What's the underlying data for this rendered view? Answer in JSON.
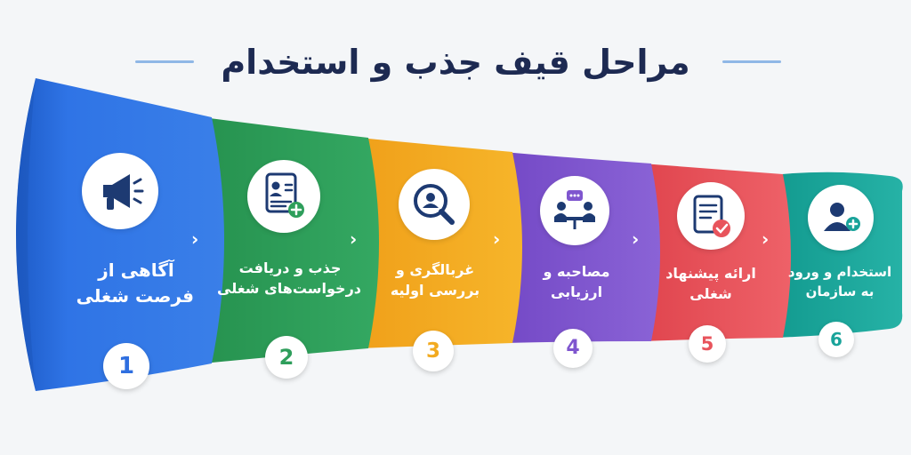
{
  "title": "مراحل قیف جذب و استخدام",
  "stages": [
    {
      "number": "1",
      "line1": "آگاهی از",
      "line2": "فرصت شغلی",
      "color": "#2f6fe0",
      "icon": "megaphone-icon"
    },
    {
      "number": "2",
      "line1": "جذب و دریافت",
      "line2": "درخواست‌های شغلی",
      "color": "#2e9e5b",
      "icon": "resume-add-icon"
    },
    {
      "number": "3",
      "line1": "غربالگری و",
      "line2": "بررسی اولیه",
      "color": "#f2aa1f",
      "icon": "magnifier-person-icon"
    },
    {
      "number": "4",
      "line1": "مصاحبه و",
      "line2": "ارزیابی",
      "color": "#7f56cf",
      "icon": "meeting-chat-icon"
    },
    {
      "number": "5",
      "line1": "ارائه پیشنهاد",
      "line2": "شغلی",
      "color": "#e8545c",
      "icon": "offer-document-check-icon"
    },
    {
      "number": "6",
      "line1": "استخدام و ورود",
      "line2": "به سازمان",
      "color": "#19a39a",
      "icon": "user-add-icon"
    }
  ]
}
